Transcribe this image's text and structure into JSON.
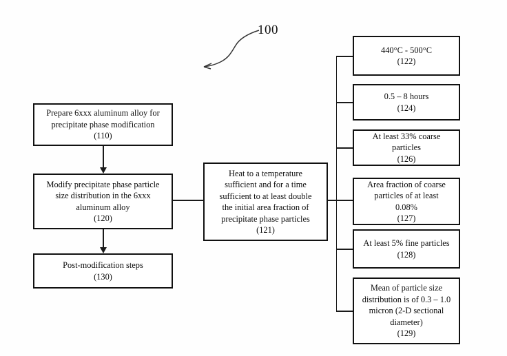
{
  "figure": {
    "reference_numeral": "100"
  },
  "nodes": {
    "n110": {
      "id": "110",
      "text": "Prepare 6xxx aluminum alloy for\nprecipitate phase modification\n(110)"
    },
    "n120": {
      "id": "120",
      "text": "Modify precipitate phase particle\nsize distribution in the 6xxx\naluminum alloy\n(120)"
    },
    "n130": {
      "id": "130",
      "text": "Post-modification steps\n(130)"
    },
    "n121": {
      "id": "121",
      "text": "Heat to a temperature\nsufficient and for a time\nsufficient to at least double\nthe initial area fraction of\nprecipitate phase particles\n(121)"
    },
    "n122": {
      "id": "122",
      "text": "440°C - 500°C\n(122)"
    },
    "n124": {
      "id": "124",
      "text": "0.5 – 8 hours\n(124)"
    },
    "n126": {
      "id": "126",
      "text": "At least 33% coarse\nparticles\n(126)"
    },
    "n127": {
      "id": "127",
      "text": "Area fraction of coarse\nparticles of at least\n0.08%\n(127)"
    },
    "n128": {
      "id": "128",
      "text": "At least 5% fine particles\n(128)"
    },
    "n129": {
      "id": "129",
      "text": "Mean of particle size\ndistribution is of 0.3 – 1.0\nmicron (2-D sectional\ndiameter)\n(129)"
    }
  },
  "colors": {
    "ink": "#111111",
    "paper": "#fefefe"
  }
}
